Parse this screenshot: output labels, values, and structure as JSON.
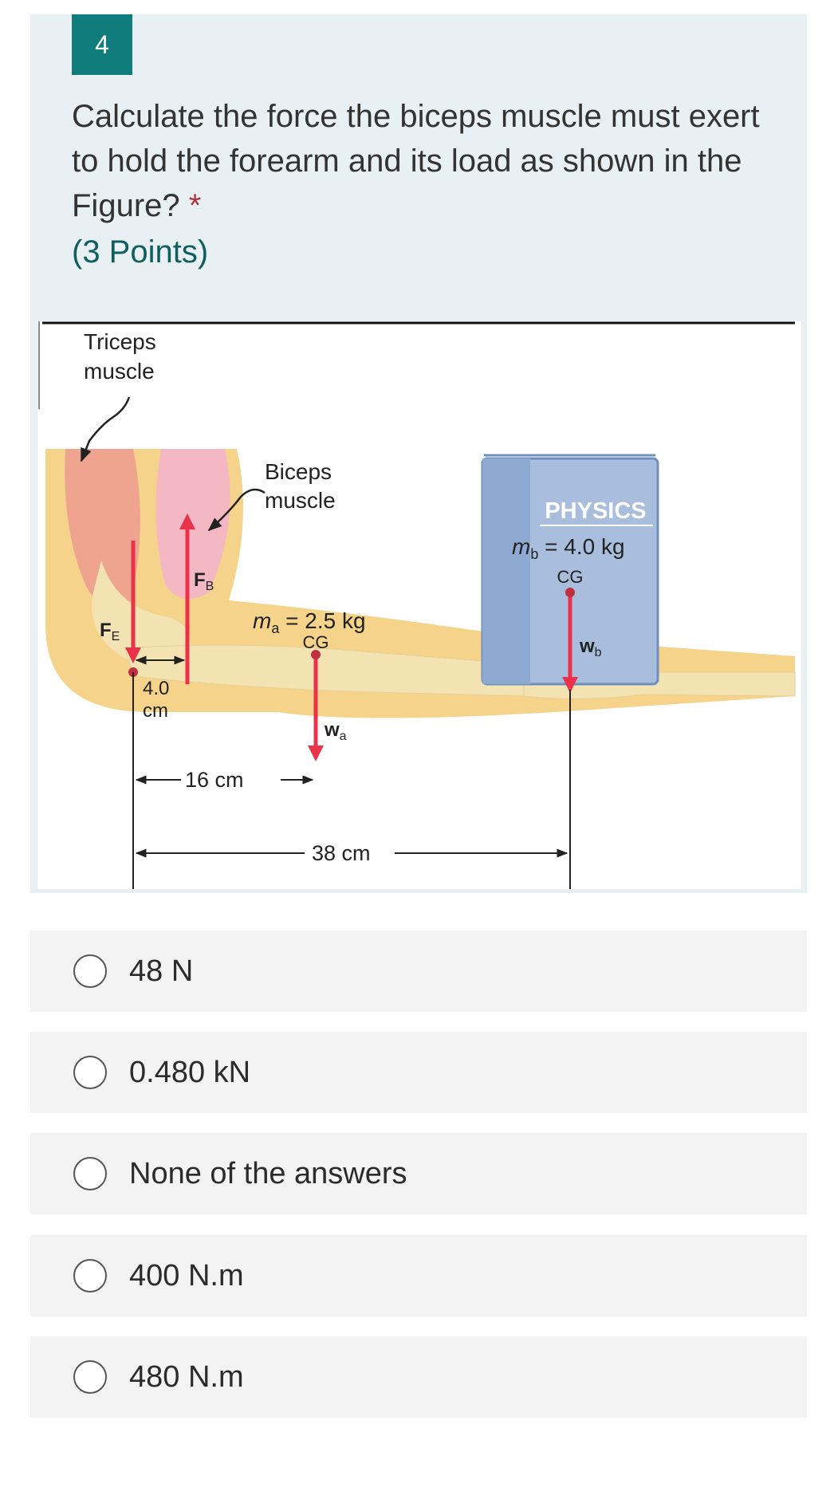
{
  "question": {
    "number": "4",
    "text": "Calculate the force the biceps muscle must exert to hold the forearm and its load as shown in the Figure?",
    "required_marker": "*",
    "points": "(3 Points)"
  },
  "figure": {
    "labels": {
      "triceps_line1": "Triceps",
      "triceps_line2": "muscle",
      "biceps_line1": "Biceps",
      "biceps_line2": "muscle",
      "fe_main": "F",
      "fe_sub": "E",
      "fb_main": "F",
      "fb_sub": "B",
      "ma_main": "m",
      "ma_sub": "a",
      "ma_rest": " = 2.5 kg",
      "cg_arm": "CG",
      "wa_main": "w",
      "wa_sub": "a",
      "book_title": "PHYSICS",
      "mb_main": "m",
      "mb_sub": "b",
      "mb_rest": " = 4.0 kg",
      "cg_book": "CG",
      "wb_main": "w",
      "wb_sub": "b",
      "dist_small_1": "4.0",
      "dist_small_2": "cm",
      "dist_16": "16 cm",
      "dist_38": "38 cm"
    },
    "colors": {
      "bone": "#f3e2b2",
      "flesh": "#f5d38a",
      "muscle_red": "#eea48f",
      "muscle_pink": "#f3b8c3",
      "arrow_red": "#e8334a",
      "book": "#a9bedd"
    }
  },
  "options": [
    {
      "label": "48 N"
    },
    {
      "label": "0.480 kN"
    },
    {
      "label": "None of the answers"
    },
    {
      "label": "400 N.m"
    },
    {
      "label": "480 N.m"
    }
  ]
}
